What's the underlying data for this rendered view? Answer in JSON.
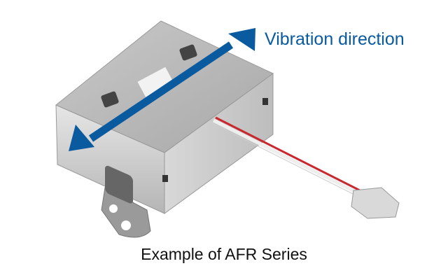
{
  "annotation": {
    "label": "Vibration direction",
    "arrow_color": "#0a5aa0"
  },
  "caption": "Example of AFR Series",
  "product": {
    "name": "AFR Series",
    "icon": "actuator-module-photo"
  }
}
